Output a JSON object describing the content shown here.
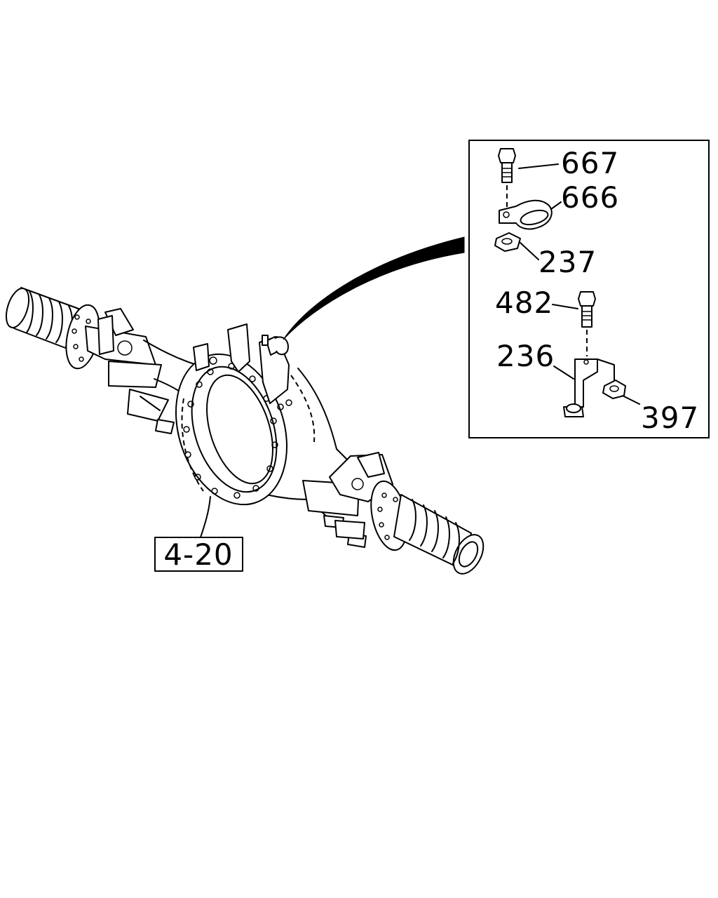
{
  "main_assembly": {
    "ref_label": "4-20"
  },
  "detail_inset": {
    "parts": {
      "bolt_upper": "667",
      "clip": "666",
      "nut_upper": "237",
      "bolt_lower": "482",
      "bracket": "236",
      "nut_lower": "397"
    }
  }
}
